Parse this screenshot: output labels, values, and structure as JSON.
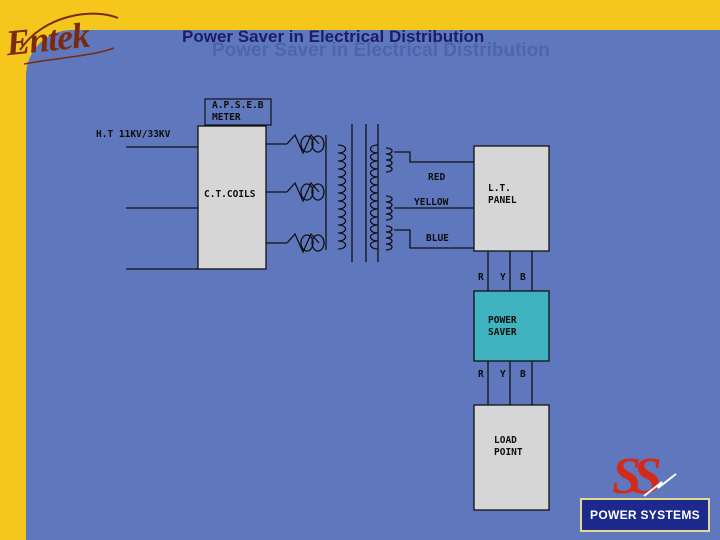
{
  "title": "Power Saver in Electrical Distribution",
  "logo_text": "Entek",
  "brand": {
    "monogram": "SS",
    "name": "POWER SYSTEMS"
  },
  "labels": {
    "meter_l1": "A.P.S.E.B",
    "meter_l2": "METER",
    "ht_supply": "H.T 11KV/33KV",
    "ct_coils": "C.T.COILS",
    "red": "RED",
    "yellow": "YELLOW",
    "blue": "BLUE",
    "lt_l1": "L.T.",
    "lt_l2": "PANEL",
    "ps_l1": "POWER",
    "ps_l2": "SAVER",
    "load_l1": "LOAD",
    "load_l2": "POINT"
  },
  "phases_top": [
    "R",
    "Y",
    "B"
  ],
  "phases_mid": [
    "R",
    "Y",
    "B"
  ],
  "colors": {
    "background": "#f5c61c",
    "panel": "#5f78bd",
    "box_fill": "#d6d6d6",
    "power_saver_fill": "#3fb3c0",
    "title": "#1b1e63",
    "brand_red": "#d42a1a"
  }
}
